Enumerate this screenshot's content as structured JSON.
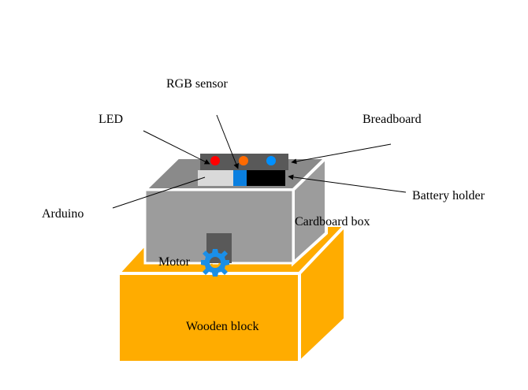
{
  "diagram": {
    "labels": {
      "rgb_sensor": "RGB sensor",
      "led": "LED",
      "breadboard": "Breadboard",
      "arduino": "Arduino",
      "battery_holder": "Battery holder",
      "cardboard_box": "Cardboard box",
      "motor": "Motor",
      "wooden_block": "Wooden block"
    },
    "colors": {
      "wood": "#FFAC00",
      "cardboard": "#9C9C9C",
      "cardboard_top": "#8A8A8A",
      "breadboard": "#595959",
      "arduino": "#D9D9D9",
      "battery": "#000000",
      "led_red": "#FF0000",
      "led_orange": "#FF6A00",
      "led_blue": "#0090FF",
      "sensor": "#0A7FE0",
      "gear": "#1A8FE8"
    }
  }
}
